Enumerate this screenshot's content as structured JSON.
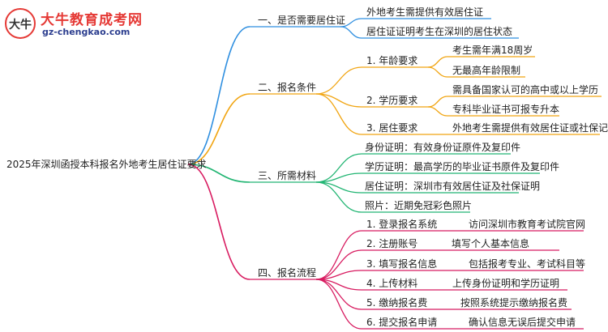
{
  "logo": {
    "title": "大牛教育成考网",
    "url": "gz-chengkao.com",
    "mark_text": "大牛"
  },
  "root": "2025年深圳函授本科报名外地考生居住证要求",
  "colors": {
    "blue": "#2f8fe0",
    "orange": "#f1a512",
    "green": "#22b573",
    "red": "#d81b60"
  },
  "branches": [
    {
      "label": "一、是否需要居住证",
      "color": "blue",
      "children": [
        {
          "label": "外地考生需提供有效居住证"
        },
        {
          "label": "居住证证明考生在深圳的居住状态"
        }
      ]
    },
    {
      "label": "二、报名条件",
      "color": "orange",
      "children": [
        {
          "label": "1. 年龄要求",
          "children": [
            "考生需年满18周岁",
            "无最高年龄限制"
          ]
        },
        {
          "label": "2. 学历要求",
          "children": [
            "需具备国家认可的高中或以上学历",
            "专科毕业证书可报专升本"
          ]
        },
        {
          "label": "3. 居住要求",
          "children": [
            "外地考生需提供有效居住证或社保记录"
          ]
        }
      ]
    },
    {
      "label": "三、所需材料",
      "color": "green",
      "children": [
        {
          "label": "身份证明：有效身份证原件及复印件"
        },
        {
          "label": "学历证明：最高学历的毕业证书原件及复印件"
        },
        {
          "label": "居住证明：深圳市有效居住证及社保证明"
        },
        {
          "label": "照片：近期免冠彩色照片"
        }
      ]
    },
    {
      "label": "四、报名流程",
      "color": "red",
      "children": [
        {
          "label": "1. 登录报名系统",
          "children": [
            "访问深圳市教育考试院官网"
          ]
        },
        {
          "label": "2. 注册账号",
          "children": [
            "填写个人基本信息"
          ]
        },
        {
          "label": "3. 填写报名信息",
          "children": [
            "包括报考专业、考试科目等"
          ]
        },
        {
          "label": "4. 上传材料",
          "children": [
            "上传身份证明和学历证明"
          ]
        },
        {
          "label": "5. 缴纳报名费",
          "children": [
            "按照系统提示缴纳报名费"
          ]
        },
        {
          "label": "6. 提交报名申请",
          "children": [
            "确认信息无误后提交申请"
          ]
        }
      ]
    }
  ]
}
